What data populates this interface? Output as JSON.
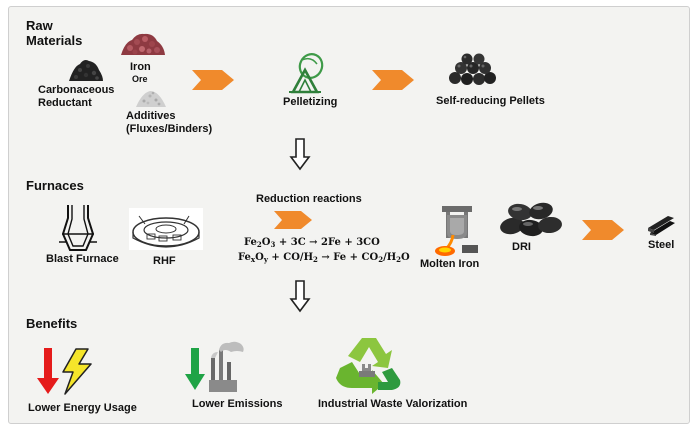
{
  "sections": {
    "raw_line1": "Raw",
    "raw_line2": "Materials",
    "furnaces": "Furnaces",
    "benefits": "Benefits"
  },
  "raw": {
    "carbonaceous_line1": "Carbonaceous",
    "carbonaceous_line2": "Reductant",
    "iron_line1": "Iron",
    "iron_line2": "Ore",
    "additives_line1": "Additives",
    "additives_line2": "(Fluxes/Binders)",
    "pelletizing": "Pelletizing",
    "pellets": "Self-reducing Pellets"
  },
  "furnaces": {
    "blast": "Blast Furnace",
    "rhf": "RHF",
    "reduction_title": "Reduction reactions",
    "molten": "Molten Iron",
    "dri": "DRI",
    "steel": "Steel"
  },
  "equations": {
    "eq1": {
      "fe": "Fe",
      "sub2": "2",
      "o": "O",
      "sub3": "3",
      "rest": " + 3C → 2Fe + 3CO"
    },
    "eq2": {
      "fe": "Fe",
      "subx": "x",
      "o": "O",
      "suby": "y",
      "mid": " + CO/H",
      "sub2a": "2",
      "arrow": " → Fe + CO",
      "sub2b": "2",
      "slash": "/H",
      "sub2c": "2",
      "end": "O"
    }
  },
  "benefits": {
    "energy": "Lower Energy Usage",
    "emissions": "Lower Emissions",
    "waste": "Industrial Waste Valorization"
  },
  "colors": {
    "orange_arrow": "#f08a2c",
    "red_arrow": "#e51b1b",
    "green_arrow": "#1fa346",
    "lightning": "#f5e52a",
    "recycle_light": "#8cc63f",
    "recycle_dark": "#2e9a3e",
    "pelletizer_green": "#3e9a48"
  },
  "icons": {
    "flow_arrow": "chevron-arrow-right-icon",
    "down_arrow": "outline-down-arrow-icon",
    "coal": "coal-pile-icon",
    "iron_ore": "iron-ore-pile-icon",
    "additives": "powder-pile-icon",
    "pelletizer": "pelletizer-disc-icon",
    "pellets": "pellet-pile-icon",
    "blast_furnace": "blast-furnace-icon",
    "rhf": "rotary-hearth-furnace-icon",
    "molten_iron": "ladle-pouring-icon",
    "dri": "dri-briquettes-icon",
    "steel": "steel-beams-icon",
    "energy": "down-arrow-lightning-icon",
    "emissions": "down-arrow-smokestack-icon",
    "waste": "recycle-icon"
  }
}
